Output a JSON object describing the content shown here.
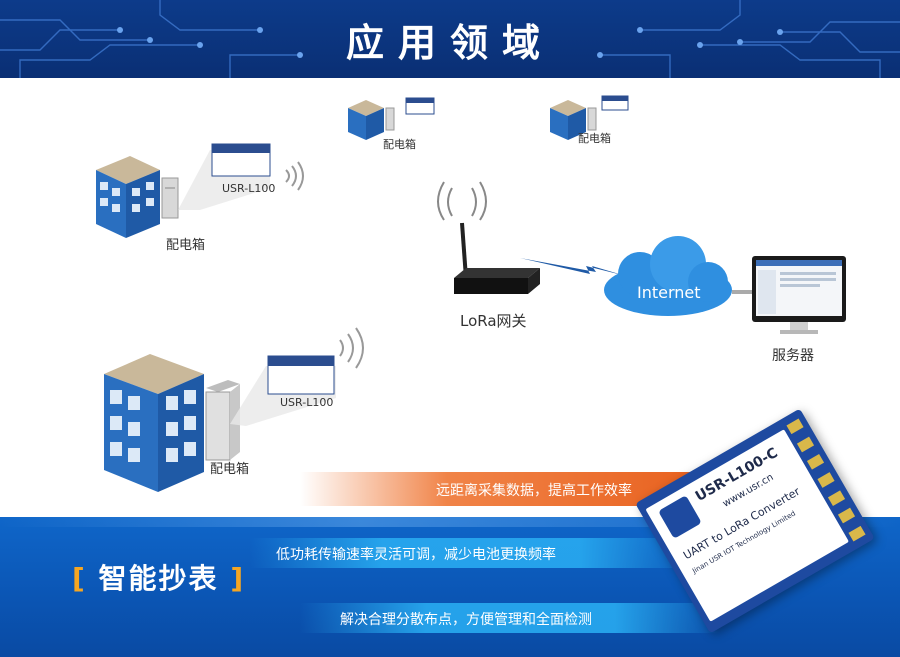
{
  "header": {
    "title": "应用领域"
  },
  "scene": {
    "buildings": [
      {
        "label": "配电箱",
        "module_label": "USR-L100"
      },
      {
        "label": "配电箱",
        "module_label": "USR-L100"
      },
      {
        "label": "配电箱"
      },
      {
        "label": "配电箱"
      }
    ],
    "gateway_label": "LoRa网关",
    "cloud_label": "Internet",
    "server_label": "服务器"
  },
  "features": {
    "orange": "远距离采集数据，提高工作效率",
    "line1": "低功耗传输速率灵活可调，减少电池更换频率",
    "line2": "解决合理分散布点，方便管理和全面检测"
  },
  "section": {
    "bracket_left": "[",
    "title": "智能抄表",
    "bracket_right": "]"
  },
  "module": {
    "model": "USR-L100-C",
    "website": "www.usr.cn",
    "desc": "UART to LoRa Converter",
    "company": "Jinan USR IOT Technology Limited"
  },
  "colors": {
    "header": "#0d3b8a",
    "band": "#0f66c9",
    "accent": "#e85f1c",
    "strip": "#28aaf0"
  }
}
